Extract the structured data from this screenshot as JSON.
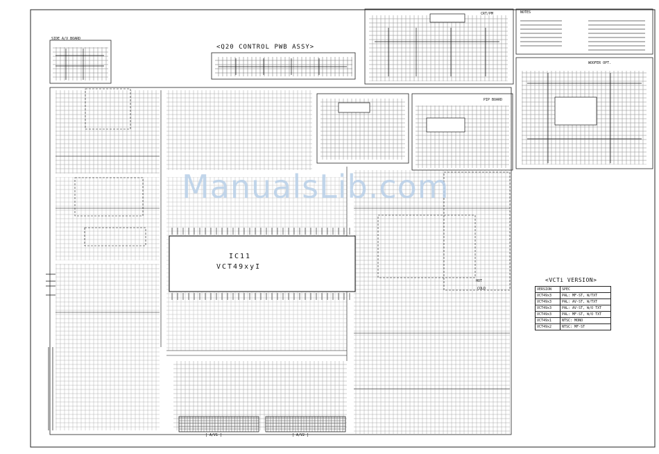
{
  "labels": {
    "side_av": "SIDE A/V BOARD",
    "q20": "<Q20 CONTROL PWB ASSY>",
    "crt_pwb": "CRT/PM",
    "pip_board": "PIP BOARD",
    "woofer": "WOOFER OPT.",
    "notes_title": "NOTES",
    "ic_name": "IC11",
    "ic_part": "VCT49xyI",
    "hot": "HOT",
    "cold": "COLD",
    "jack1": "[ A/V1 ]",
    "jack2": "[ A/V2 ]"
  },
  "watermark": "ManualsLib.com",
  "version_table": {
    "title": "<VCTi VERSION>",
    "header": [
      "VERSION",
      "SPEC"
    ],
    "rows": [
      [
        "VCT49x3",
        "PAL: MF-ST, W/TXT"
      ],
      [
        "VCT49x3",
        "PAL: AV-ST, W/TXT"
      ],
      [
        "VCT49x3",
        "PAL: AV-ST, W/O TXT"
      ],
      [
        "VCT49x3",
        "PAL: MF-ST, W/O TXT"
      ],
      [
        "VCT49x1",
        "NTSC: MONO"
      ],
      [
        "VCT49x2",
        "NTSC: MF-ST"
      ]
    ]
  }
}
